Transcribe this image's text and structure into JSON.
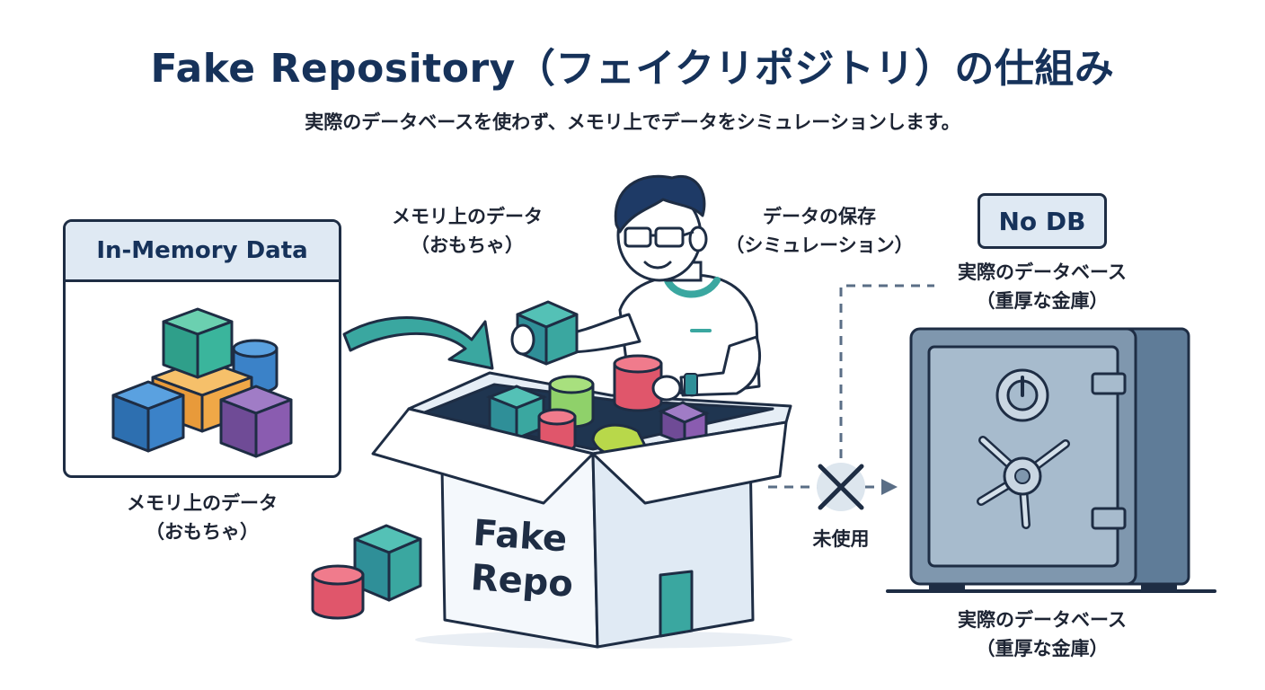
{
  "title": "Fake Repository（フェイクリポジトリ）の仕組み",
  "subtitle": "実際のデータベースを使わず、メモリ上でデータをシミュレーションします。",
  "in_memory_panel": {
    "header": "In-Memory Data"
  },
  "label_memory_top": {
    "line1": "メモリ上のデータ",
    "line2": "（おもちゃ）"
  },
  "label_memory_bottom": {
    "line1": "メモリ上のデータ",
    "line2": "（おもちゃ）"
  },
  "label_save": {
    "line1": "データの保存",
    "line2": "（シミュレーション）"
  },
  "fake_box": {
    "line1": "Fake",
    "line2": "Repo"
  },
  "no_db_badge": "No DB",
  "label_db_top": {
    "line1": "実際のデータベース",
    "line2": "（重厚な金庫）"
  },
  "label_db_bottom": {
    "line1": "実際のデータベース",
    "line2": "（重厚な金庫）"
  },
  "unused_label": "未使用",
  "icons": [
    "curved-arrow-icon",
    "cube-icon",
    "cylinder-icon",
    "person-illustration",
    "cardboard-box-icon",
    "cross-icon",
    "safe-icon",
    "dashed-arrow-icon"
  ],
  "colors": {
    "navy": "#16325a",
    "outline": "#1e2d44",
    "teal": "#3aa7a0",
    "blue": "#3b82c8",
    "orange": "#f0a847",
    "purple": "#8a5cb0",
    "red": "#e0566b",
    "lime": "#b8d84a",
    "safe": "#8fa6bd",
    "panel_head": "#dfe9f3"
  }
}
